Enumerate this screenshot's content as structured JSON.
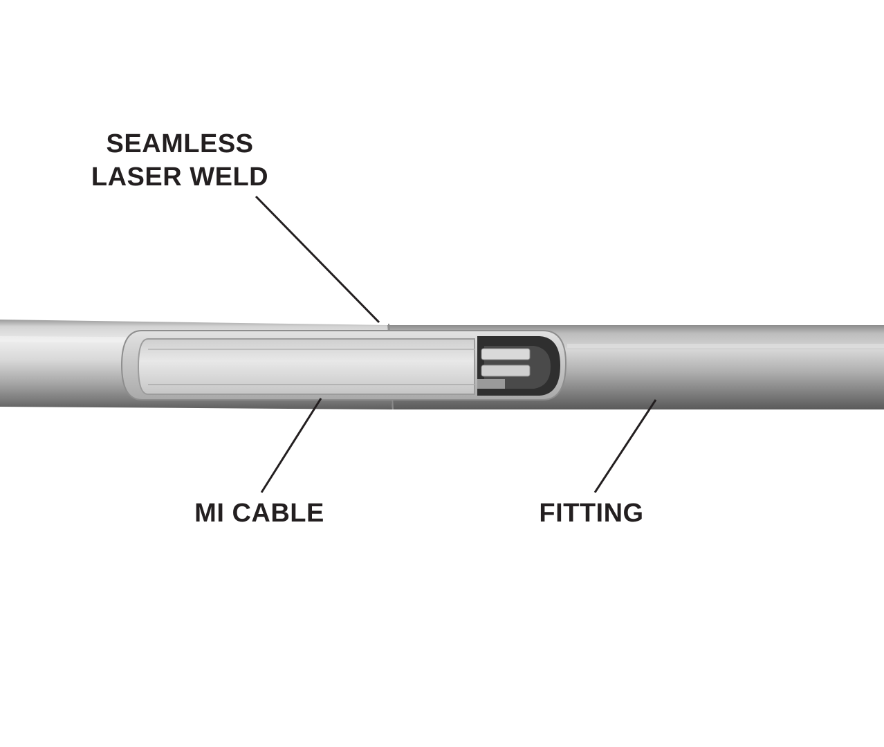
{
  "callouts": {
    "weld": {
      "line1": "SEAMLESS",
      "line2": "LASER WELD"
    },
    "cable": "MI CABLE",
    "fitting": "FITTING"
  },
  "colors": {
    "text": "#231f20",
    "leader_line": "#231f20",
    "tube_light": "#e6e6e6",
    "tube_mid": "#b4b4b4",
    "tube_dark": "#7a7a7a",
    "cutaway_fill": "#d9d9d9",
    "cavity_dark": "#2b2b2b"
  }
}
